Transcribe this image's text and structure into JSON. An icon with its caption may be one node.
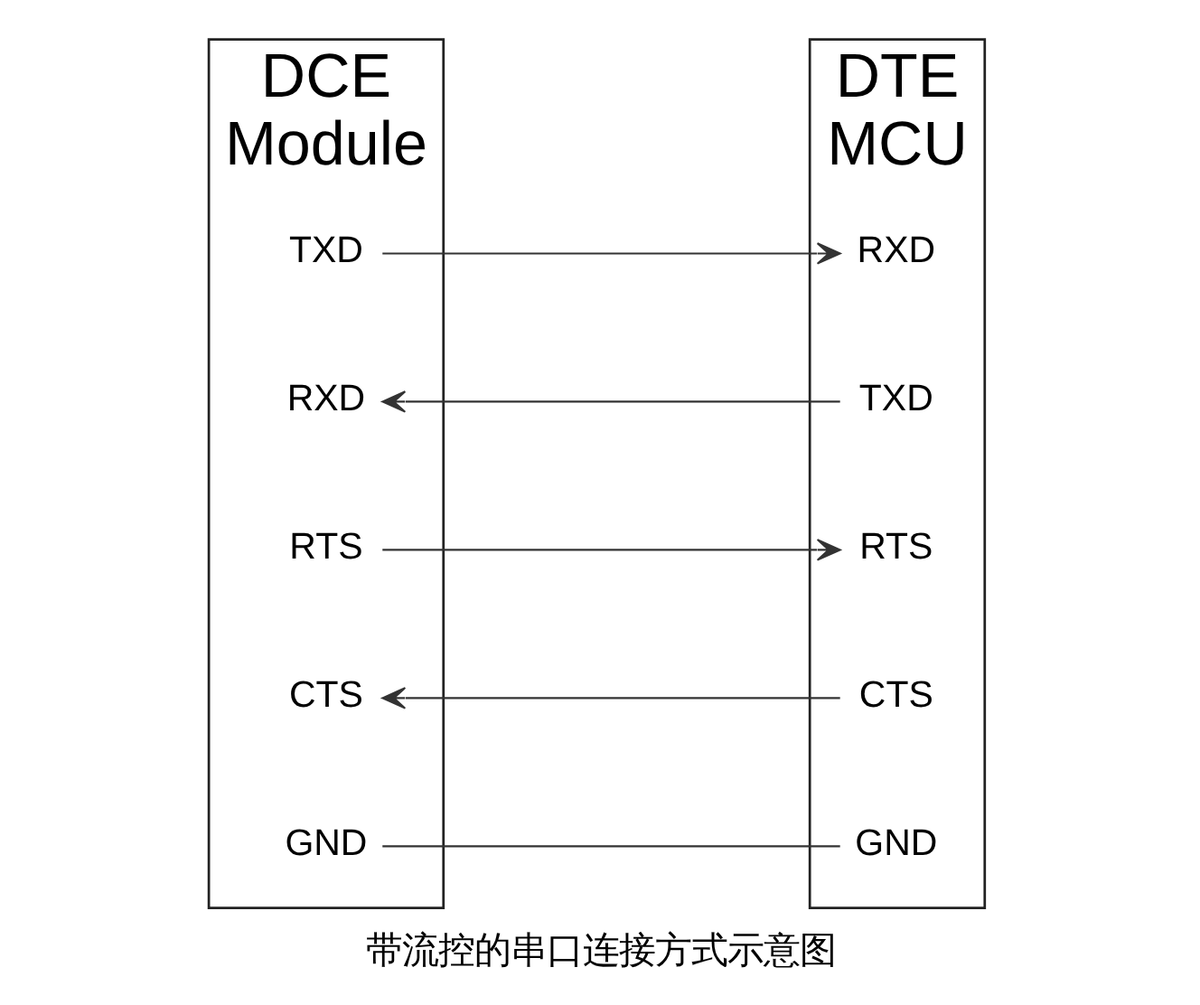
{
  "diagram": {
    "caption": "带流控的串口连接方式示意图",
    "nodes": [
      {
        "text": [
          "DCE",
          "Module"
        ]
      },
      {
        "text": [
          "TXD"
        ],
        "in": 0
      },
      {
        "text": [
          "RXD"
        ],
        "in": 0
      },
      {
        "text": [
          "RTS"
        ],
        "in": 0
      },
      {
        "text": [
          "CTS"
        ],
        "in": 0
      },
      {
        "text": [
          "GND"
        ],
        "in": 0
      },
      {
        "text": [
          "DTE",
          "MCU"
        ]
      },
      {
        "text": [
          "RXD"
        ],
        "in": 6
      },
      {
        "text": [
          "TXD"
        ],
        "in": 6
      },
      {
        "text": [
          "RTS"
        ],
        "in": 6
      },
      {
        "text": [
          "CTS"
        ],
        "in": 6
      },
      {
        "text": [
          "GND"
        ],
        "in": 6
      }
    ],
    "edges": [
      {
        "from": 1,
        "to": 7,
        "arrow": "to"
      },
      {
        "from": 8,
        "to": 2,
        "arrow": "to"
      },
      {
        "from": 3,
        "to": 9,
        "arrow": "to"
      },
      {
        "from": 10,
        "to": 4,
        "arrow": "to"
      },
      {
        "from": 5,
        "to": 11,
        "arrow": "none"
      }
    ]
  }
}
